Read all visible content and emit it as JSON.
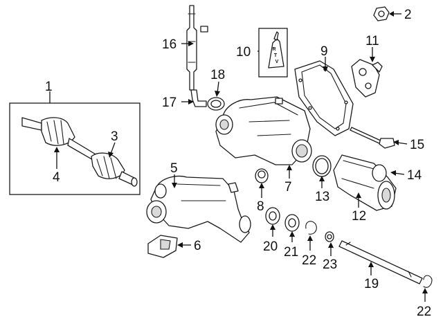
{
  "callouts": [
    {
      "id": "1",
      "label": "1"
    },
    {
      "id": "2",
      "label": "2"
    },
    {
      "id": "3",
      "label": "3"
    },
    {
      "id": "4",
      "label": "4"
    },
    {
      "id": "5",
      "label": "5"
    },
    {
      "id": "6",
      "label": "6"
    },
    {
      "id": "7",
      "label": "7"
    },
    {
      "id": "8",
      "label": "8"
    },
    {
      "id": "9",
      "label": "9"
    },
    {
      "id": "10",
      "label": "10"
    },
    {
      "id": "11",
      "label": "11"
    },
    {
      "id": "12",
      "label": "12"
    },
    {
      "id": "13",
      "label": "13"
    },
    {
      "id": "14",
      "label": "14"
    },
    {
      "id": "15",
      "label": "15"
    },
    {
      "id": "16",
      "label": "16"
    },
    {
      "id": "17",
      "label": "17"
    },
    {
      "id": "18",
      "label": "18"
    },
    {
      "id": "19",
      "label": "19"
    },
    {
      "id": "20",
      "label": "20"
    },
    {
      "id": "21",
      "label": "21"
    },
    {
      "id": "22a",
      "label": "22"
    },
    {
      "id": "22b",
      "label": "22"
    },
    {
      "id": "23",
      "label": "23"
    }
  ],
  "sealant_tube_text": {
    "line1": "R",
    "line2": "T",
    "line3": "V"
  },
  "colors": {
    "line": "#1a1a1a",
    "background": "#ffffff",
    "shade": "#d9d9d9"
  }
}
